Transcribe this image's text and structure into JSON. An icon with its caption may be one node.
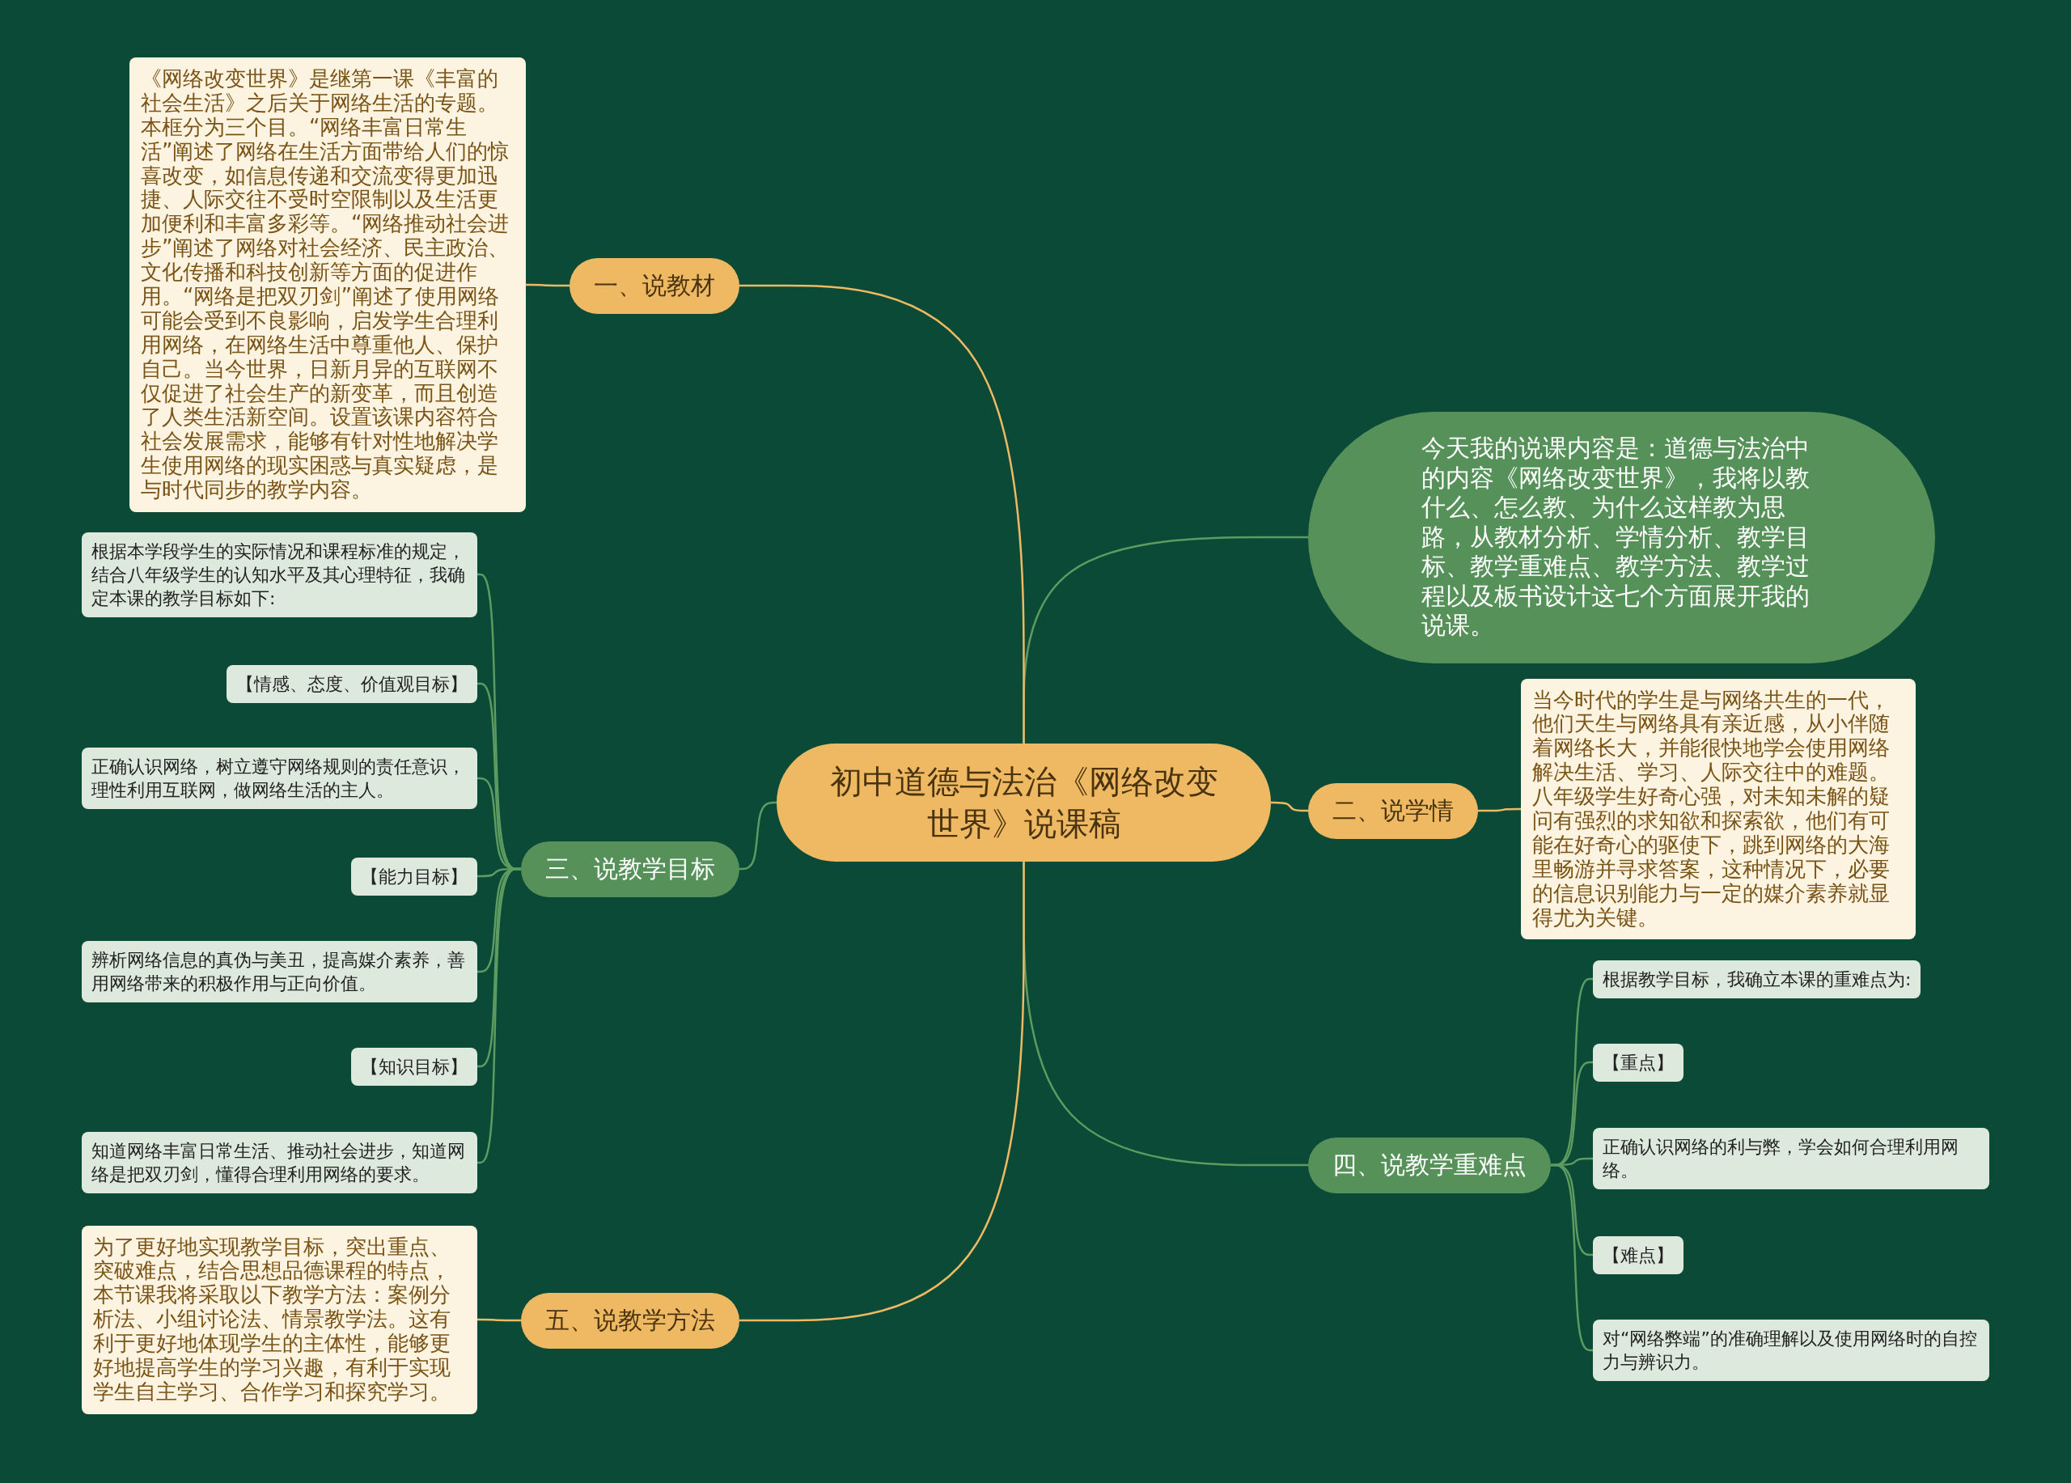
{
  "diagram": {
    "nodes": [
      {
        "text": [
          "初中道德与法治《网络改变世界》说课稿"
        ]
      },
      {
        "text": [
          "今天我的说课内容是：道德与法治中的内容《网络改变世界》，我将以教什么、怎么教、为什么这样教为思路，从教材分析、学情分析、教学目标、教学重难点、教学方法、教学过程以及板书设计这七个方面展开我的说课。"
        ]
      },
      {
        "text": [
          "一、说教材"
        ]
      },
      {
        "text": [
          "《网络改变世界》是继第一课《丰富的社会生活》之后关于网络生活的专题。本框分为三个目。“网络丰富日常生活”阐述了网络在生活方面带给人们的惊喜改变，如信息传递和交流变得更加迅捷、人际交往不受时空限制以及生活更加便利和丰富多彩等。“网络推动社会进步”阐述了网络对社会经济、民主政治、文化传播和科技创新等方面的促进作用。“网络是把双刃剑”阐述了使用网络可能会受到不良影响，启发学生合理利用网络，在网络生活中尊重他人、保护自己。当今世界，日新月异的互联网不仅促进了社会生产的新变革，而且创造了人类生活新空间。设置该课内容符合社会发展需求，能够有针对性地解决学生使用网络的现实困惑与真实疑虑，是与时代同步的教学内容。"
        ]
      },
      {
        "text": [
          "二、说学情"
        ]
      },
      {
        "text": [
          "当今时代的学生是与网络共生的一代，他们天生与网络具有亲近感，从小伴随着网络长大，并能很快地学会使用网络解决生活、学习、人际交往中的难题。八年级学生好奇心强，对未知未解的疑问有强烈的求知欲和探索欲，他们有可能在好奇心的驱使下，跳到网络的大海里畅游并寻求答案，这种情况下，必要的信息识别能力与一定的媒介素养就显得尤为关键。"
        ]
      },
      {
        "text": [
          "三、说教学目标"
        ]
      },
      {
        "text": [
          "根据本学段学生的实际情况和课程标准的规定，结合八年级学生的认知水平及其心理特征，我确定本课的教学目标如下:"
        ]
      },
      {
        "text": [
          "【情感、态度、价值观目标】"
        ]
      },
      {
        "text": [
          "正确认识网络，树立遵守网络规则的责任意识，理性利用互联网，做网络生活的主人。"
        ]
      },
      {
        "text": [
          "【能力目标】"
        ]
      },
      {
        "text": [
          "辨析网络信息的真伪与美丑，提高媒介素养，善用网络带来的积极作用与正向价值。"
        ]
      },
      {
        "text": [
          "【知识目标】"
        ]
      },
      {
        "text": [
          "知道网络丰富日常生活、推动社会进步，知道网络是把双刃剑，懂得合理利用网络的要求。"
        ]
      },
      {
        "text": [
          "四、说教学重难点"
        ]
      },
      {
        "text": [
          "根据教学目标，我确立本课的重难点为:"
        ]
      },
      {
        "text": [
          "【重点】"
        ]
      },
      {
        "text": [
          "正确认识网络的利与弊，学会如何合理利用网络。"
        ]
      },
      {
        "text": [
          "【难点】"
        ]
      },
      {
        "text": [
          "对“网络弊端”的准确理解以及使用网络时的自控力与辨识力。"
        ]
      },
      {
        "text": [
          "五、说教学方法"
        ]
      },
      {
        "text": [
          "为了更好地实现教学目标，突出重点、突破难点，结合思想品德课程的特点，本节课我将采取以下教学方法：案例分析法、小组讨论法、情景教学法。这有利于更好地体现学生的主体性，能够更好地提高学生的学习兴趣，有利于实现学生自主学习、合作学习和探究学习。"
        ]
      }
    ],
    "edges": [
      {
        "from": 0,
        "to": 1,
        "arrow": "none"
      },
      {
        "from": 0,
        "to": 2,
        "arrow": "none",
        "color": "#efb963"
      },
      {
        "from": 2,
        "to": 3,
        "arrow": "none",
        "color": "#efb963"
      },
      {
        "from": 0,
        "to": 4,
        "arrow": "none",
        "color": "#efb963"
      },
      {
        "from": 4,
        "to": 5,
        "arrow": "none",
        "color": "#efb963"
      },
      {
        "from": 0,
        "to": 6,
        "arrow": "none"
      },
      {
        "from": 6,
        "to": 7,
        "arrow": "none"
      },
      {
        "from": 6,
        "to": 8,
        "arrow": "none"
      },
      {
        "from": 6,
        "to": 9,
        "arrow": "none"
      },
      {
        "from": 6,
        "to": 10,
        "arrow": "none"
      },
      {
        "from": 6,
        "to": 11,
        "arrow": "none"
      },
      {
        "from": 6,
        "to": 12,
        "arrow": "none"
      },
      {
        "from": 6,
        "to": 13,
        "arrow": "none"
      },
      {
        "from": 0,
        "to": 14,
        "arrow": "none"
      },
      {
        "from": 14,
        "to": 15,
        "arrow": "none"
      },
      {
        "from": 14,
        "to": 16,
        "arrow": "none"
      },
      {
        "from": 14,
        "to": 17,
        "arrow": "none"
      },
      {
        "from": 14,
        "to": 18,
        "arrow": "none"
      },
      {
        "from": 14,
        "to": 19,
        "arrow": "none"
      },
      {
        "from": 0,
        "to": 20,
        "arrow": "none",
        "color": "#efb963"
      },
      {
        "from": 20,
        "to": 21,
        "arrow": "none",
        "color": "#efb963"
      }
    ]
  }
}
